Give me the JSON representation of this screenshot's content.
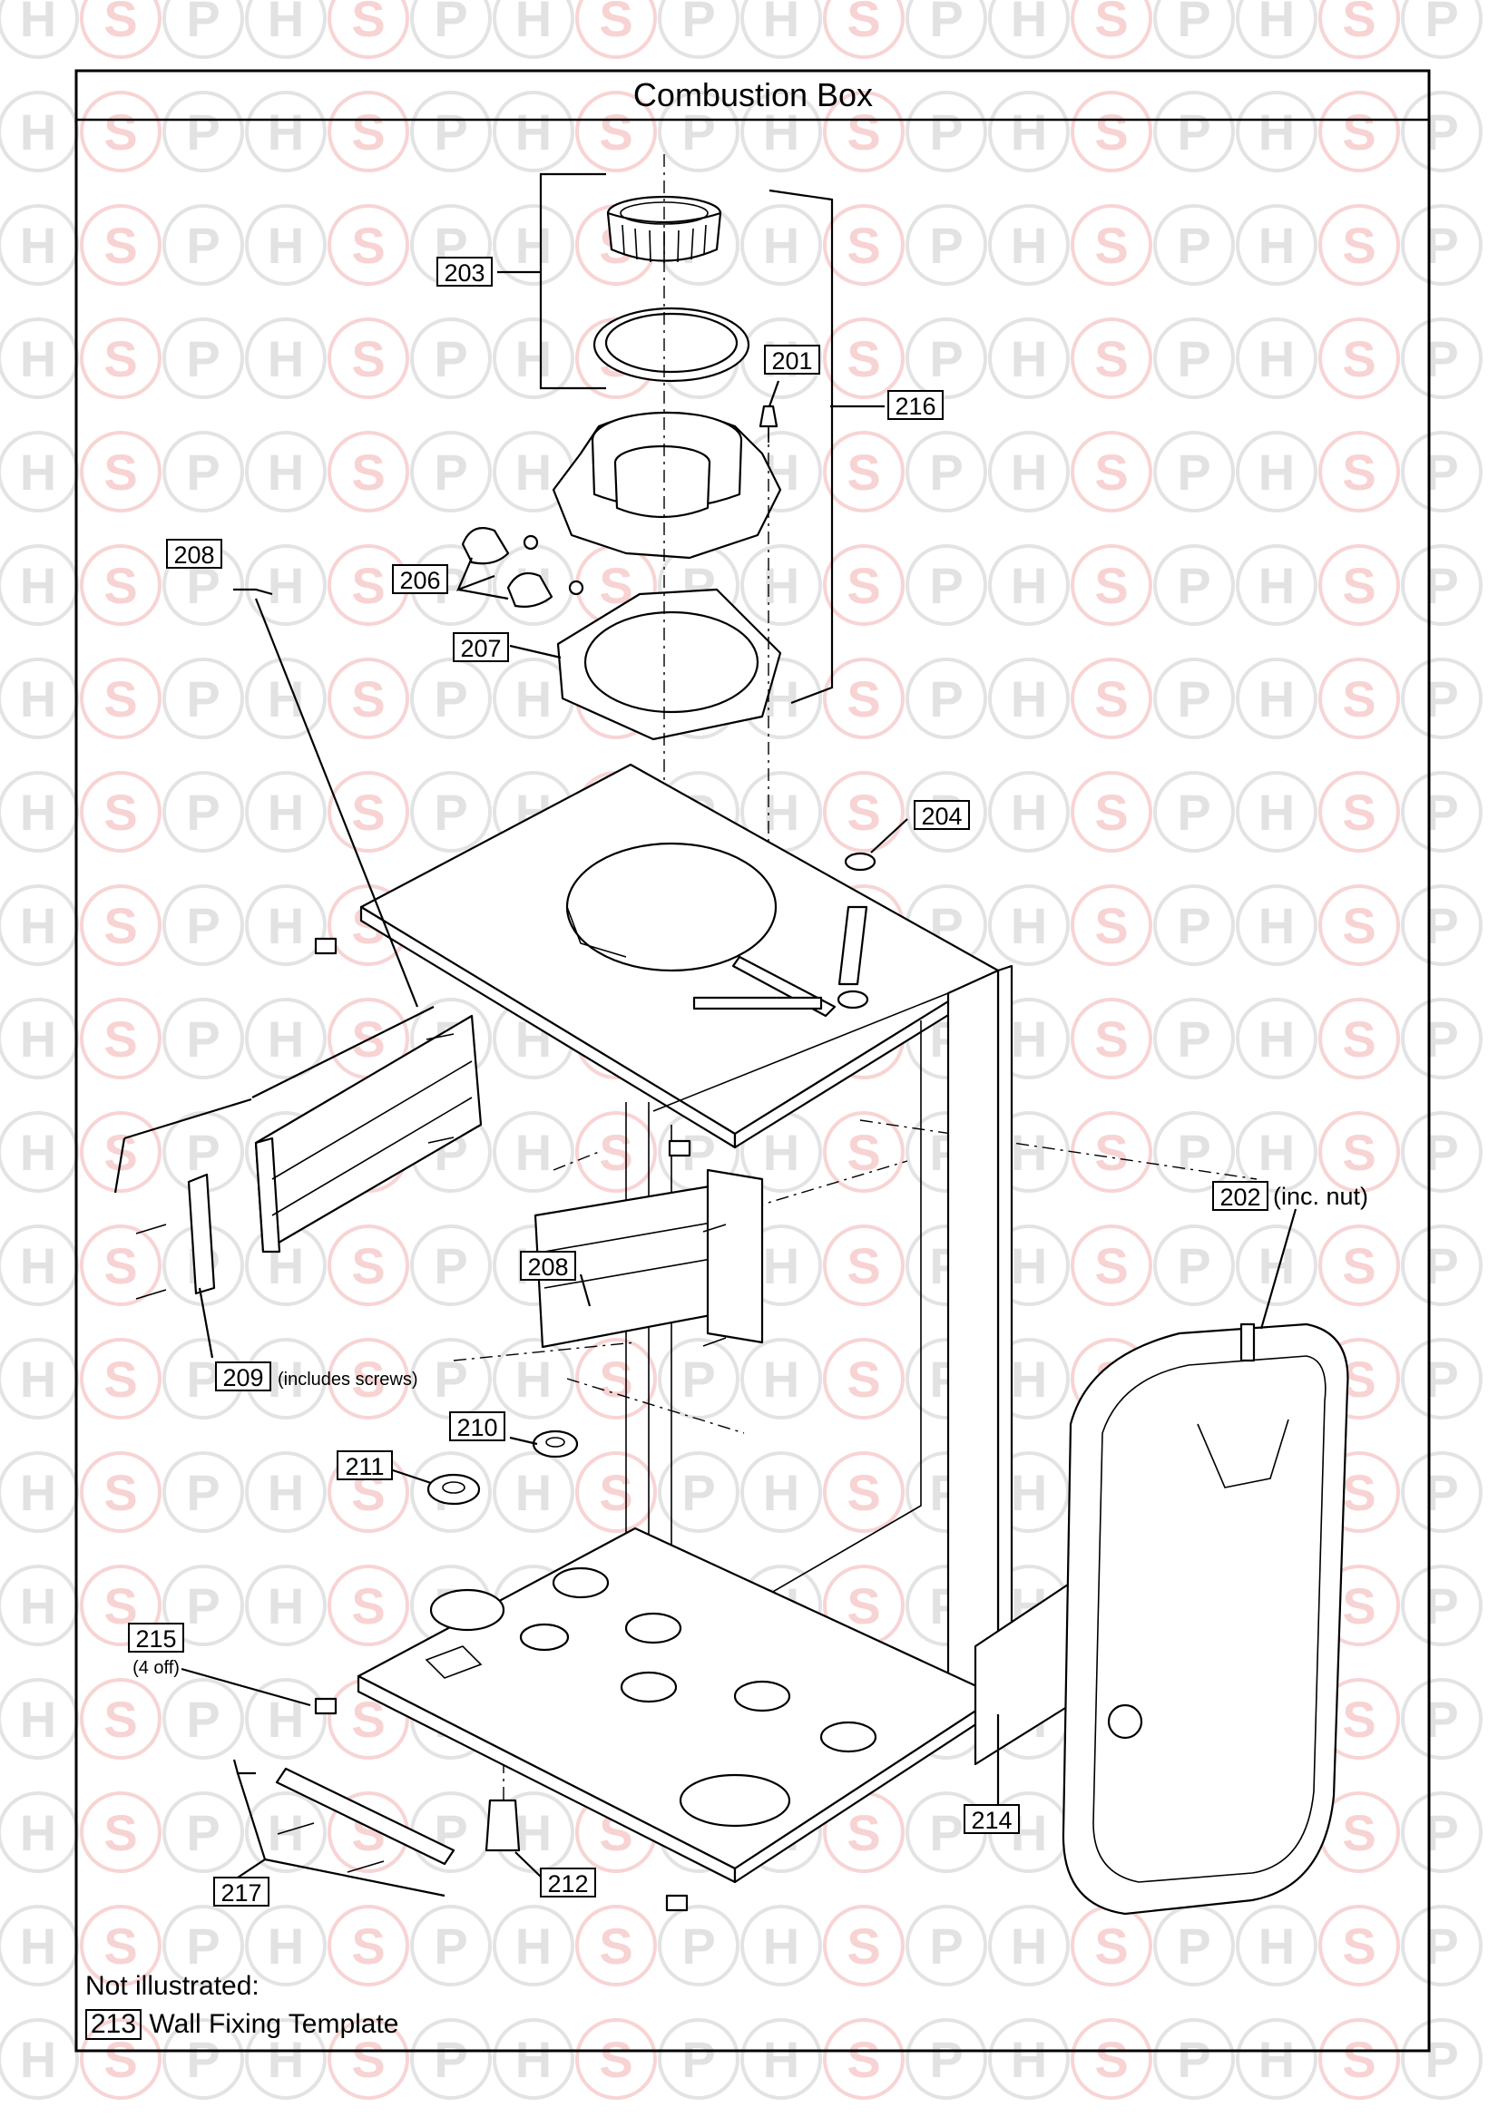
{
  "title": "Combustion Box",
  "watermark": {
    "letters": [
      "H",
      "S",
      "P"
    ],
    "colors": {
      "gray": "#cccccc",
      "red": "#f3b0b0"
    }
  },
  "parts": {
    "p201": "201",
    "p202": "202",
    "p202_note": "(inc. nut)",
    "p203": "203",
    "p204": "204",
    "p206": "206",
    "p207": "207",
    "p208a": "208",
    "p208b": "208",
    "p209": "209",
    "p209_note": "(includes screws)",
    "p210": "210",
    "p211": "211",
    "p212": "212",
    "p214": "214",
    "p215": "215",
    "p215_note": "(4 off)",
    "p216": "216",
    "p217": "217"
  },
  "notes": {
    "heading": "Not illustrated:",
    "item_number": "213",
    "item_text": " Wall Fixing Template"
  }
}
